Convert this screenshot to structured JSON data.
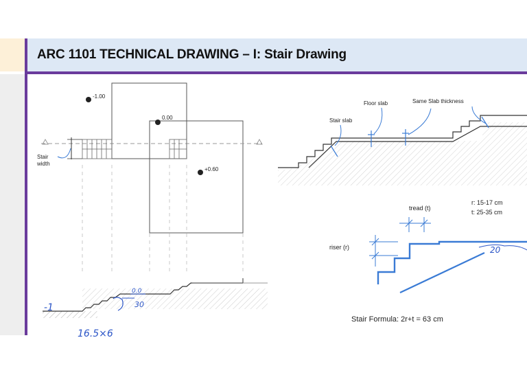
{
  "header": {
    "title": "ARC 1101 TECHNICAL DRAWING – I: Stair Drawing"
  },
  "plan": {
    "level_top": "-1.00",
    "level_mid": "0.00",
    "level_right": "+0.60",
    "stair_width_label_1": "Stair",
    "stair_width_label_2": "width"
  },
  "handwritten": {
    "level_zero": "0.0",
    "minus_one": "-1",
    "value_30": "30",
    "formula": "16.5×6",
    "value_20": "20"
  },
  "section": {
    "floor_slab": "Floor slab",
    "same_slab": "Same Slab thickness",
    "stair_slab": "Stair slab"
  },
  "detail": {
    "tread": "tread (t)",
    "riser": "riser (r)",
    "r_range": "r: 15-17 cm",
    "t_range": "t: 25-35 cm",
    "stair_formula": "Stair Formula: 2r+t = 63 cm"
  },
  "colors": {
    "purple": "#6a3b9c",
    "title_bg": "#dde8f5",
    "ink_blue": "#2b55c7",
    "stair_blue": "#3a7bd5"
  }
}
